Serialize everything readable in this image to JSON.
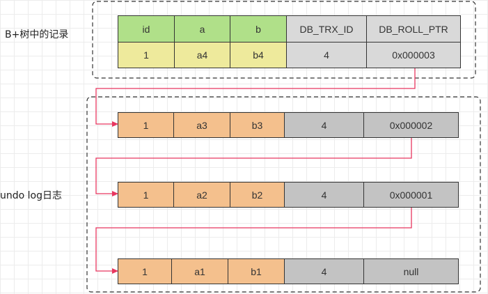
{
  "labels": {
    "bplus_record": "B+树中的记录",
    "undo_log": "undo log日志"
  },
  "record": {
    "headers": [
      "id",
      "a",
      "b",
      "DB_TRX_ID",
      "DB_ROLL_PTR"
    ],
    "values": [
      "1",
      "a4",
      "b4",
      "4",
      "0x000003"
    ]
  },
  "undo_rows": [
    [
      "1",
      "a3",
      "b3",
      "4",
      "0x000002"
    ],
    [
      "1",
      "a2",
      "b2",
      "4",
      "0x000001"
    ],
    [
      "1",
      "a1",
      "b1",
      "4",
      "null"
    ]
  ],
  "colors": {
    "header_user": "#b0e089",
    "header_hidden": "#d9d9d9",
    "value_user": "#eeea9c",
    "value_hidden": "#d9d9d9",
    "undo_user": "#f4c08d",
    "undo_hidden": "#c3c3c3",
    "arrow": "#e8365f",
    "border": "#333333"
  }
}
